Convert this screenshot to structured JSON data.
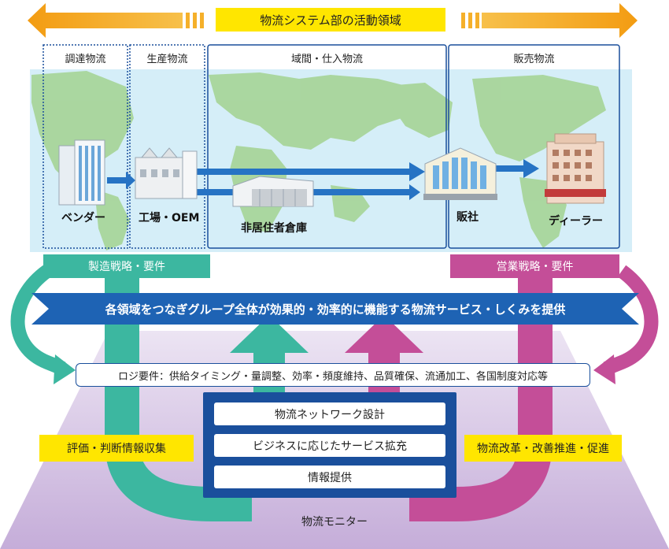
{
  "header": {
    "title": "物流システム部の活動領域"
  },
  "zones": [
    {
      "label": "調達物流"
    },
    {
      "label": "生産物流"
    },
    {
      "label": "域間・仕入物流"
    },
    {
      "label": "販売物流"
    }
  ],
  "nodes": {
    "vendor": "ベンダー",
    "factory": "工場・OEM",
    "warehouse": "非居住者倉庫",
    "sales_company": "販社",
    "dealer": "ディーラー"
  },
  "strategy": {
    "manufacturing": "製造戦略・要件",
    "sales": "営業戦略・要件"
  },
  "banner": {
    "text": "各領域をつなぎグループ全体が効果的・効率的に機能する物流サービス・しくみを提供"
  },
  "requirements": {
    "text": "ロジ要件：供給タイミング・量調整、効率・頻度維持、品質確保、流通加工、各国制度対応等"
  },
  "services": [
    {
      "label": "物流ネットワーク設計"
    },
    {
      "label": "ビジネスに応じたサービス拡充"
    },
    {
      "label": "情報提供"
    }
  ],
  "side_labels": {
    "left": "評価・判断情報収集",
    "right": "物流改革・改善推進・促進"
  },
  "footer": {
    "monitor": "物流モニター"
  },
  "colors": {
    "accent_yellow": "#ffe600",
    "arrow_orange": "#f5a21c",
    "teal": "#3cb7a0",
    "magenta": "#c44e98",
    "navy": "#1a4f9c",
    "banner_blue": "#1e63b4",
    "map_bg": "#d7eef7",
    "land": "#a9d59a",
    "floor_purple": "#c9b3dc"
  }
}
